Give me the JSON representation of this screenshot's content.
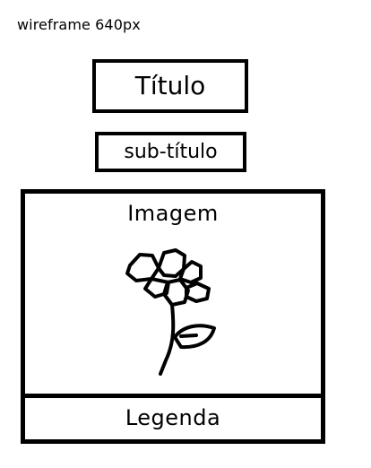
{
  "caption": "wireframe 640px",
  "header": {
    "title": "Título",
    "subtitle": "sub-título"
  },
  "media": {
    "placeholder_label": "Imagem",
    "placeholder_icon": "flower-sketch-icon",
    "legend": "Legenda"
  }
}
